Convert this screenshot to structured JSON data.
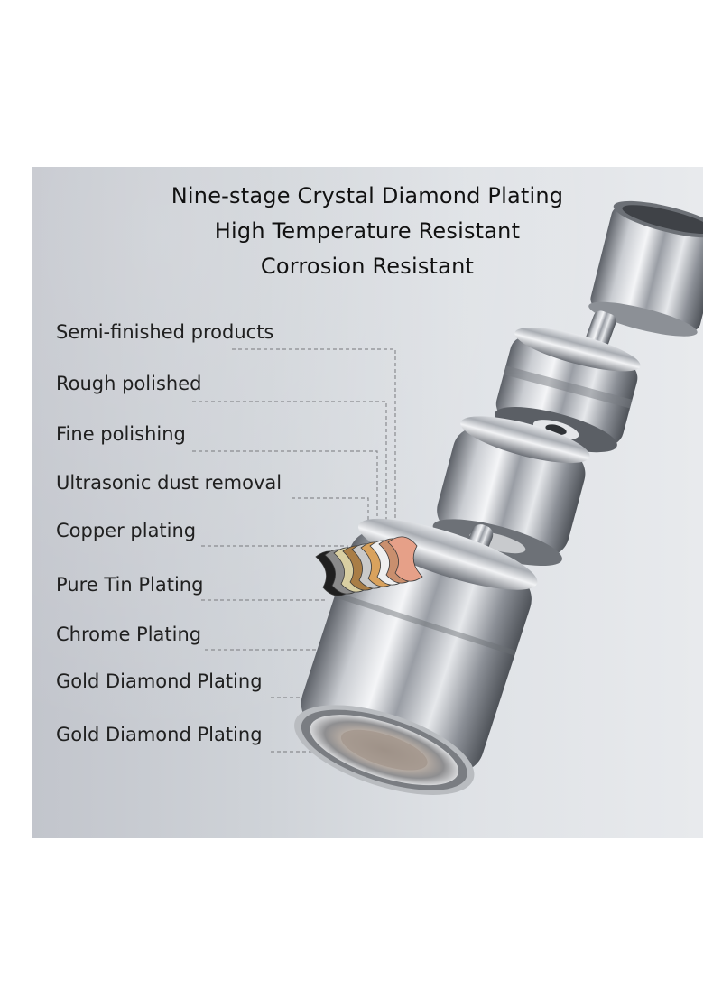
{
  "title_lines": [
    "Nine-stage Crystal Diamond Plating",
    "High Temperature Resistant",
    "Corrosion Resistant"
  ],
  "stages": [
    "Semi-finished products",
    "Rough polished",
    "Fine polishing",
    "Ultrasonic dust removal",
    "Copper plating",
    "Pure Tin Plating",
    "Chrome Plating",
    "Gold Diamond Plating",
    "Gold Diamond Plating"
  ],
  "layer_colors": [
    "#1f1f1f",
    "#8a8a8a",
    "#d9cfa2",
    "#a97d46",
    "#c9c9c9",
    "#d9a25d",
    "#efefef",
    "#c98f6e",
    "#e6a088"
  ]
}
